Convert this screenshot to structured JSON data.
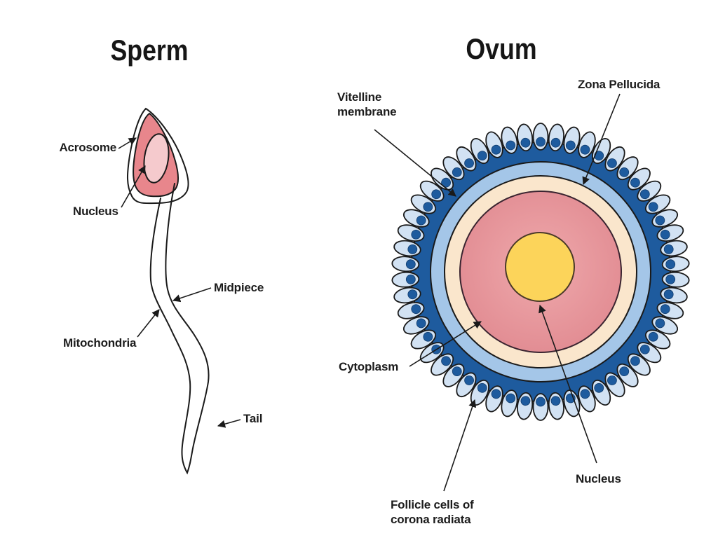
{
  "diagram": {
    "left": {
      "title": "Sperm",
      "labels": {
        "acrosome": "Acrosome",
        "nucleus": "Nucleus",
        "midpiece": "Midpiece",
        "mitochondria": "Mitochondria",
        "tail": "Tail"
      }
    },
    "right": {
      "title": "Ovum",
      "labels": {
        "zona_pellucida": "Zona Pellucida",
        "vitelline_membrane": "Vitelline\nmembrane",
        "cytoplasm": "Cytoplasm",
        "follicle_cells": "Follicle cells of\ncorona radiata",
        "nucleus": "Nucleus"
      },
      "follicle_cell_count": 54
    },
    "colors": {
      "outline": "#1a1a1a",
      "sperm_nucleus_region": "#e8868c",
      "sperm_nucleus_oval": "#f5cacd",
      "corona_dark_blue": "#1e5b9e",
      "vitelline_light_blue": "#a4c6e8",
      "follicle_cell_fill": "#d2e2f3",
      "zona_cream": "#fae6cc",
      "cytoplasm_pink_center": "#efa9ac",
      "cytoplasm_pink_edge": "#dc8088",
      "cytoplasm_outline": "#3a2430",
      "nucleus_yellow": "#fcd45a",
      "nucleus_yellow_outline": "#4a3a28"
    }
  }
}
